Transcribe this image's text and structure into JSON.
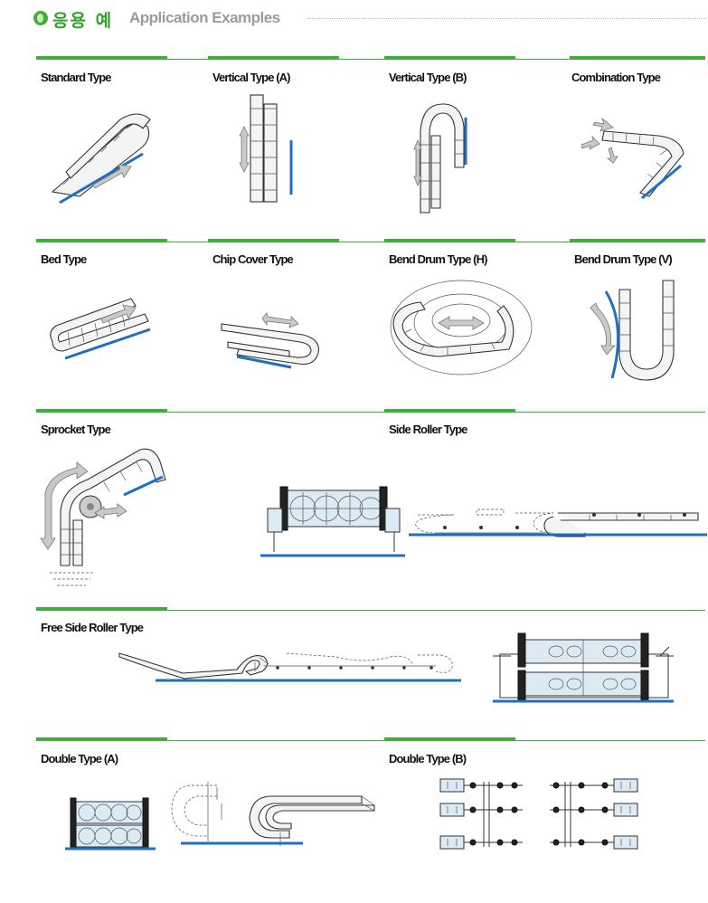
{
  "header": {
    "title_ko": "응용 예",
    "title_en": "Application Examples"
  },
  "labels": {
    "standard": "Standard Type",
    "vertical_a": "Vertical Type (A)",
    "vertical_b": "Vertical Type (B)",
    "combination": "Combination Type",
    "bed": "Bed Type",
    "chip_cover": "Chip Cover Type",
    "bend_drum_h": "Bend Drum Type (H)",
    "bend_drum_v": "Bend Drum Type (V)",
    "sprocket": "Sprocket Type",
    "side_roller": "Side Roller Type",
    "free_side_roller": "Free Side Roller Type",
    "double_a": "Double Type (A)",
    "double_b": "Double Type (B)"
  },
  "colors": {
    "accent_green": "#3fae3a",
    "rail_blue": "#1f6fc0",
    "title_gray": "#9b9b9b"
  }
}
